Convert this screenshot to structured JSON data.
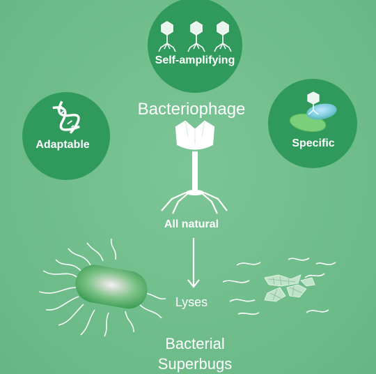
{
  "diagram": {
    "title": "Bacteriophage",
    "features": {
      "self_amplifying": "Self-amplifying",
      "adaptable": "Adaptable",
      "specific": "Specific",
      "all_natural": "All natural"
    },
    "action": "Lyses",
    "target_line1": "Bacterial",
    "target_line2": "Superbugs"
  },
  "colors": {
    "background": "#6fbd8a",
    "circle_fill": "#2f9a5c",
    "text": "#ffffff"
  },
  "icons": [
    "dna-icon",
    "phage-icon",
    "bacteria-bound-phage-icon",
    "bacterium-icon",
    "lysed-bacterium-icon",
    "arrow-down-icon"
  ]
}
